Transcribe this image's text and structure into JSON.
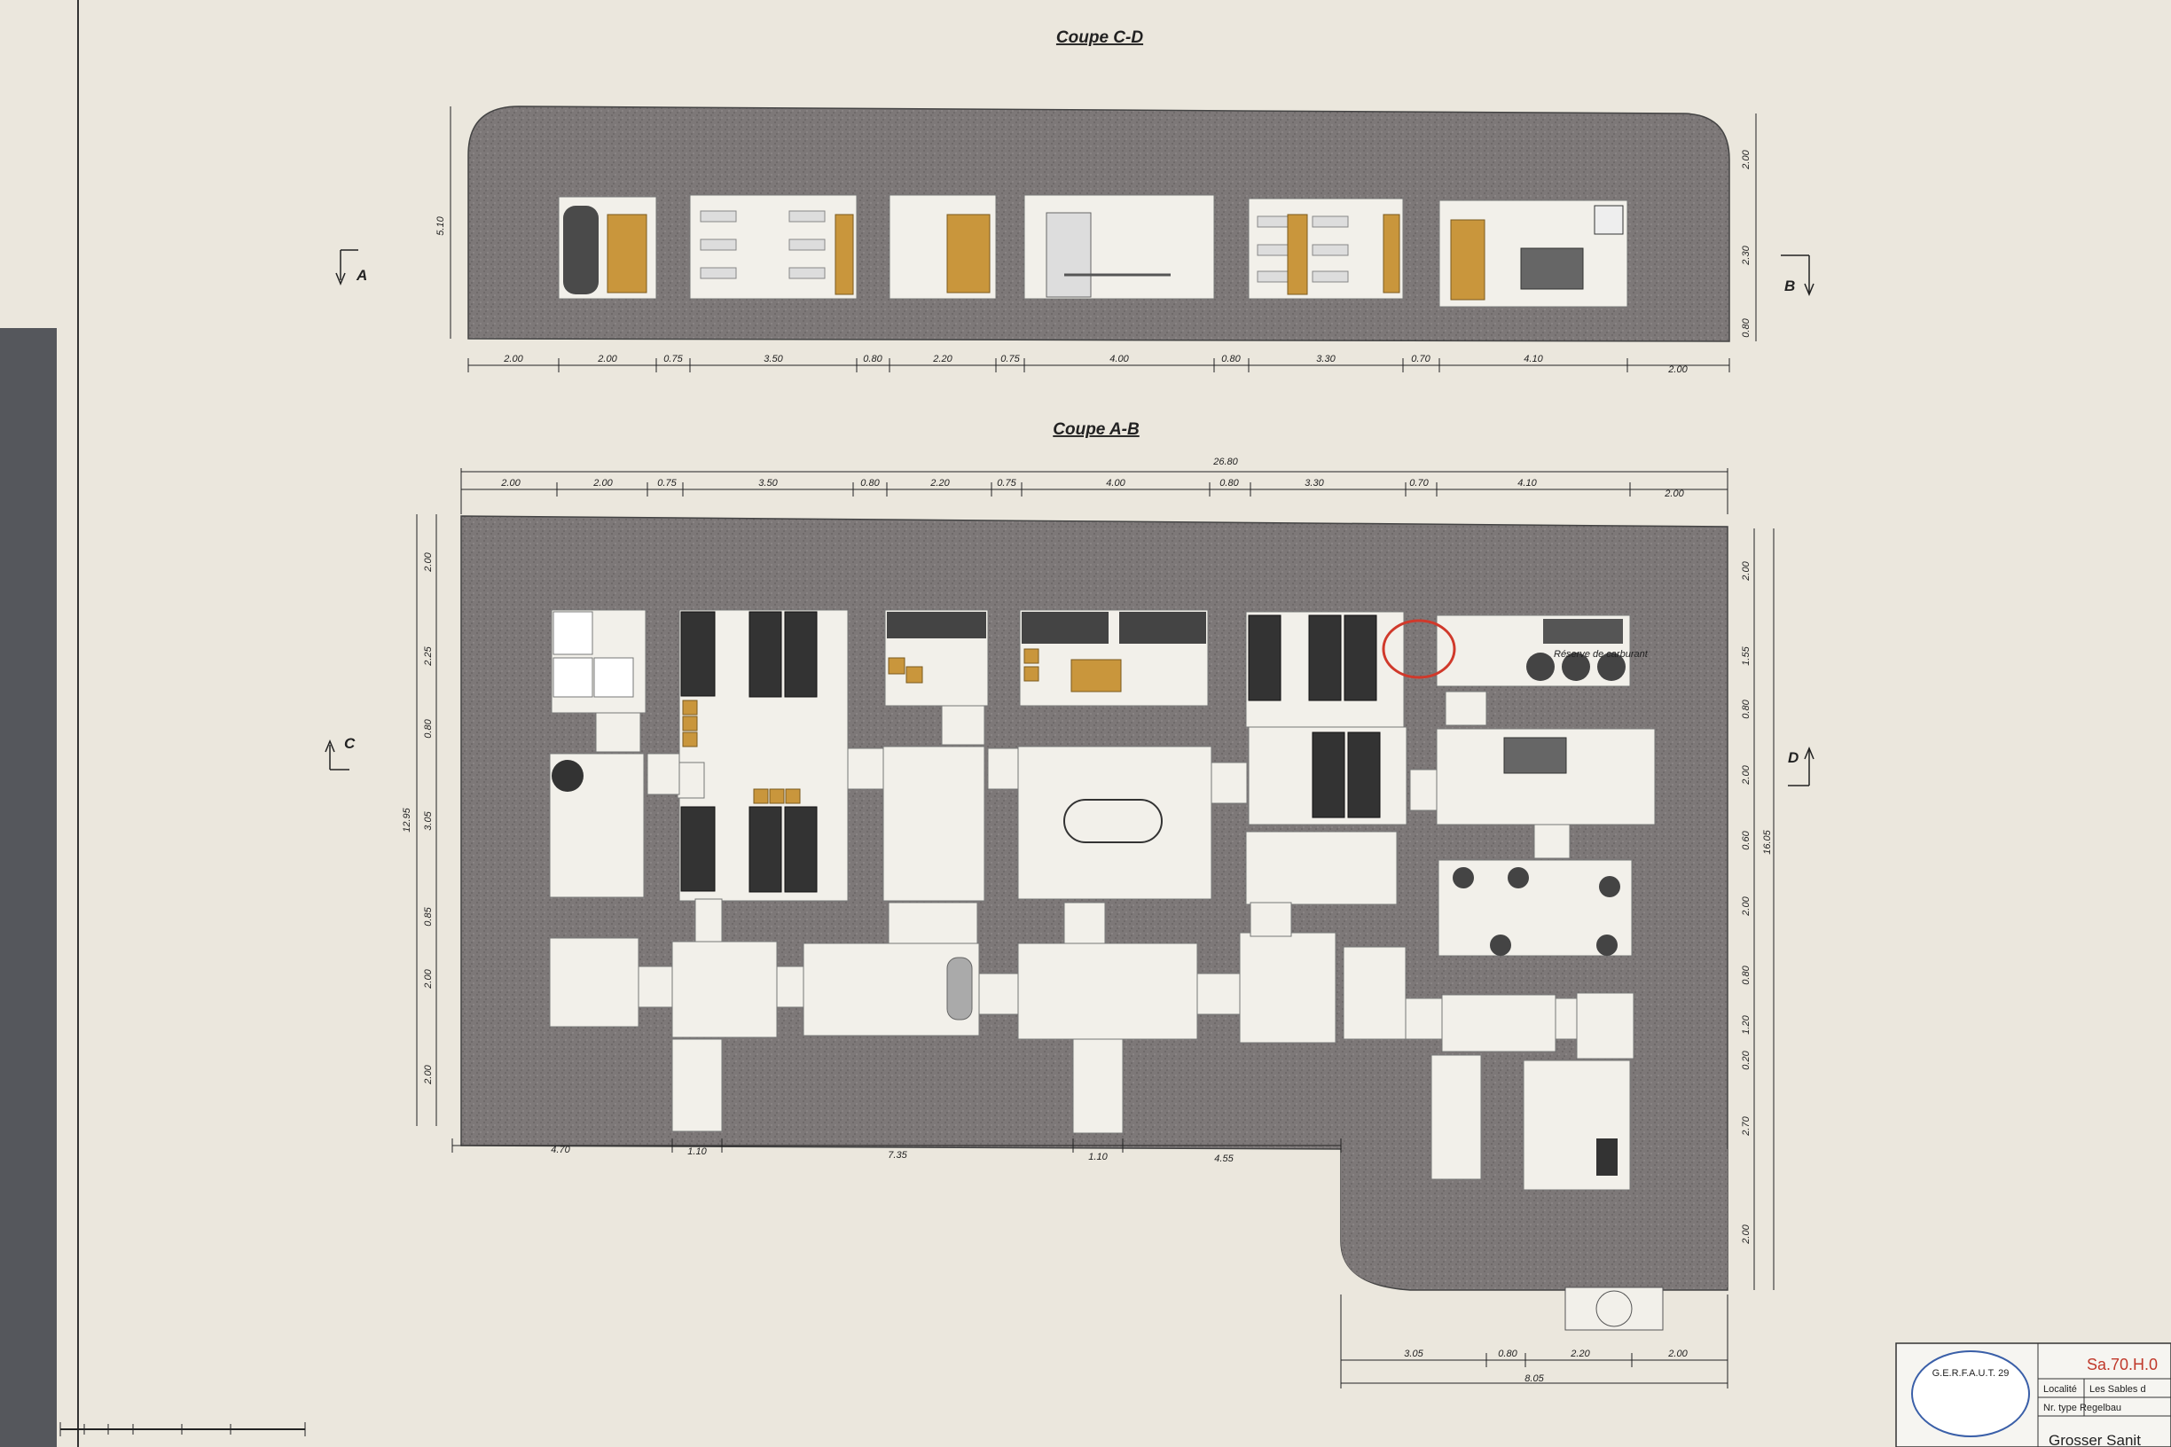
{
  "section_cd": {
    "title": "Coupe C-D",
    "marker_left": "A",
    "marker_right": "B",
    "dims_bottom": [
      "2.00",
      "2.00",
      "0.75",
      "3.50",
      "0.80",
      "2.20",
      "0.75",
      "4.00",
      "0.80",
      "3.30",
      "0.70",
      "4.10",
      "2.00"
    ],
    "dims_height": "5.10",
    "dims_right": [
      "2.00",
      "2.30",
      "0.80"
    ]
  },
  "section_ab": {
    "title": "Coupe A-B",
    "overall_width": "26.80",
    "marker_left": "C",
    "marker_right": "D",
    "dims_top": [
      "2.00",
      "2.00",
      "0.75",
      "3.50",
      "0.80",
      "2.20",
      "0.75",
      "4.00",
      "0.80",
      "3.30",
      "0.70",
      "4.10",
      "2.00"
    ],
    "dims_left": [
      "2.00",
      "2.25",
      "0.80",
      "3.05",
      "0.85",
      "2.00",
      "2.00"
    ],
    "dim_left_total": "12.95",
    "dims_right": [
      "2.00",
      "1.55",
      "0.80",
      "2.00",
      "0.60",
      "2.00",
      "0.80",
      "1.20",
      "0.20",
      "2.70",
      "2.00"
    ],
    "dim_right_total": "16.05",
    "dims_bottom": [
      "4.70",
      "1.10",
      "7.35",
      "1.10",
      "4.55"
    ],
    "dims_annex": [
      "3.05",
      "0.80",
      "2.20",
      "2.00"
    ],
    "dim_annex_total": "8.05",
    "fuel_label": "Réserve de carburant"
  },
  "title_block": {
    "ref": "Sa.70.H.0",
    "locality_label": "Localité",
    "locality": "Les Sables d",
    "type_label": "Nr. type Regelbau",
    "name": "Grosser Sanit",
    "logo_text": "G.E.R.F.A.U.T. 29"
  },
  "colors": {
    "paper": "#ebe7dd",
    "concrete": "#7d7878",
    "room": "#f2f0ea",
    "highlight": "#d0392b"
  }
}
